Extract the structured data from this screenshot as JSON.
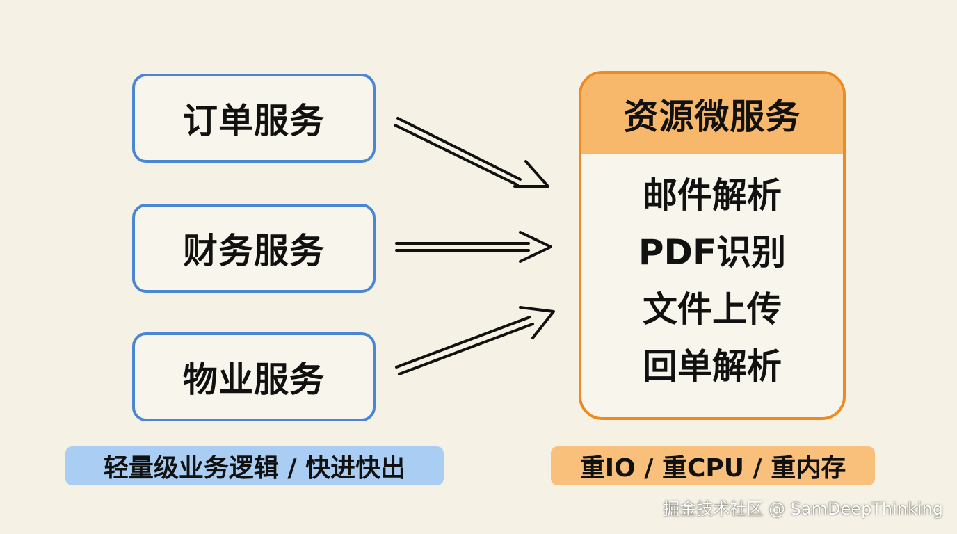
{
  "services": [
    {
      "label": "订单服务"
    },
    {
      "label": "财务服务"
    },
    {
      "label": "物业服务"
    }
  ],
  "resource_service": {
    "title": "资源微服务",
    "items": [
      "邮件解析",
      "PDF识别",
      "文件上传",
      "回单解析"
    ]
  },
  "captions": {
    "left": "轻量级业务逻辑 / 快进快出",
    "right": "重IO / 重CPU / 重内存"
  },
  "watermark": "掘金技术社区 @ SamDeepThinking",
  "colors": {
    "background": "#f5f1e4",
    "service_border": "#4a86d4",
    "resource_border": "#ef8a22",
    "resource_header": "#f7b86b",
    "caption_left_bg": "#a9cdf3",
    "caption_right_bg": "#f8c07a"
  }
}
